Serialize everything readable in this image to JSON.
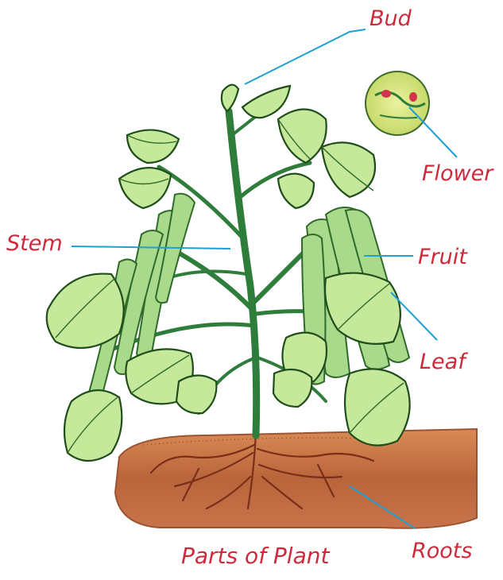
{
  "diagram": {
    "labels": {
      "bud": "Bud",
      "flower": "Flower",
      "stem": "Stem",
      "fruit": "Fruit",
      "leaf": "Leaf",
      "roots": "Roots"
    },
    "caption": "Parts of Plant",
    "colors": {
      "label_text": "#cf2a3c",
      "leader_line": "#1e9fd6",
      "leaf_fill": "#c6e89a",
      "leaf_vein": "#2f6a2a",
      "stem": "#2e7d3a",
      "pod": "#a9d98a",
      "soil": "#b9653b",
      "roots": "#8b3a22"
    }
  }
}
